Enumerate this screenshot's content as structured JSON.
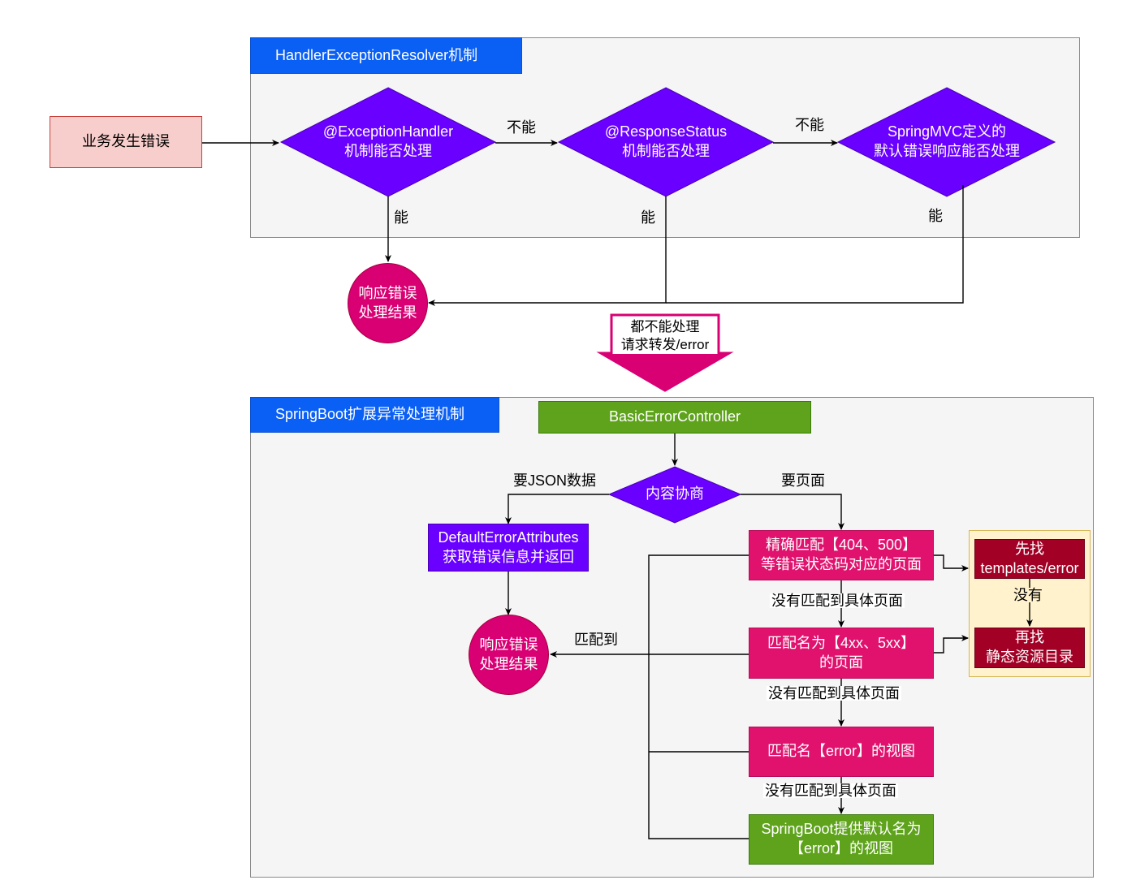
{
  "start": {
    "label": "业务发生错误"
  },
  "top_panel": {
    "title": "HandlerExceptionResolver机制",
    "decision_1": "@ExceptionHandler\n机制能否处理",
    "decision_2": "@ResponseStatus\n机制能否处理",
    "decision_3": "SpringMVC定义的\n默认错误响应能否处理",
    "edge_cannot_1": "不能",
    "edge_cannot_2": "不能",
    "edge_can_1": "能",
    "edge_can_2": "能",
    "edge_can_3": "能"
  },
  "result_top": "响应错误\n处理结果",
  "forward_arrow": "都不能处理\n请求转发/error",
  "bottom_panel": {
    "title": "SpringBoot扩展异常处理机制",
    "controller": "BasicErrorController",
    "negotiation": "内容协商",
    "edge_json": "要JSON数据",
    "edge_page": "要页面",
    "attributes": "DefaultErrorAttributes\n获取错误信息并返回",
    "result": "响应错误\n处理结果",
    "edge_matched": "匹配到",
    "exact_match": "精确匹配【404、500】\n等错误状态码对应的页面",
    "edge_no_match_1": "没有匹配到具体页面",
    "prefix_match": "匹配名为【4xx、5xx】\n的页面",
    "edge_no_match_2": "没有匹配到具体页面",
    "error_view": "匹配名【error】的视图",
    "edge_no_match_3": "没有匹配到具体页面",
    "default_view": "SpringBoot提供默认名为\n【error】的视图",
    "lookup_first": "先找\ntemplates/error",
    "edge_none": "没有",
    "lookup_second": "再找\n静态资源目录"
  },
  "colors": {
    "blue_title": "#0a5ff5",
    "decision_purple": "#6a00ff",
    "result_magenta": "#d80073",
    "pink_box": "#e0126e",
    "dark_red_box": "#a20025",
    "green_box": "#5ea31b",
    "start_fill": "#f8cecc",
    "yellow_panel": "#fff2cc",
    "panel_gray": "#f5f5f5"
  }
}
